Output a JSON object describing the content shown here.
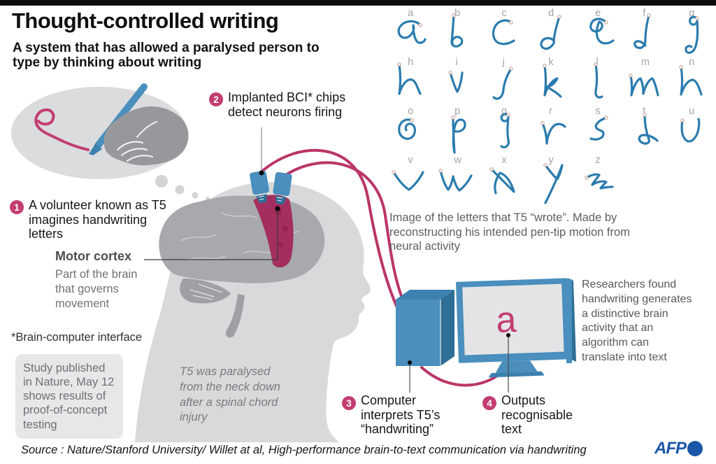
{
  "title": "Thought-controlled writing",
  "subtitle": "A system that has allowed a paralysed person to\ntype by thinking about writing",
  "steps": [
    {
      "num": "1",
      "text": "A volunteer known as T5\nimagines handwriting\nletters"
    },
    {
      "num": "2",
      "text": "Implanted BCI* chips\ndetect neurons firing"
    },
    {
      "num": "3",
      "text": "Computer\ninterprets T5’s\n“handwriting”"
    },
    {
      "num": "4",
      "text": "Outputs\nrecognisable\ntext"
    }
  ],
  "motor_cortex": {
    "label": "Motor cortex",
    "description": "Part of the brain\nthat governs\nmovement"
  },
  "footnote": "*Brain-computer interface",
  "study_note": "Study published\nin Nature, May 12\nshows results of\nproof-of-concept\ntesting",
  "patient_note": "T5 was paralysed\nfrom the neck down\nafter a  spinal chord\ninjury",
  "alphabet": {
    "letters": [
      "a",
      "b",
      "c",
      "d",
      "e",
      "f",
      "g",
      "h",
      "i",
      "j",
      "k",
      "l",
      "m",
      "n",
      "o",
      "p",
      "q",
      "r",
      "s",
      "t",
      "u",
      "v",
      "w",
      "x",
      "y",
      "z"
    ],
    "caption": "Image of the letters that T5 “wrote”.  Made by\nreconstructing his intended pen-tip motion from\nneural activity"
  },
  "researchers_note": "Researchers found\nhandwriting generates\na distinctive brain\nactivity that  an\nalgorithm can\ntranslate into text",
  "monitor_output": "a",
  "source": "Source : Nature/Stanford University/ Willet at al, High-performance brain-to-text communication via handwriting",
  "logo": "AFP",
  "colors": {
    "accent_pink": "#C23D72",
    "motor_band": "#A32458",
    "cable_pink": "#BB3568",
    "object_blue": "#4A8FBD",
    "object_blue_dark": "#2F6E96",
    "letter_blue": "#2B7CAE",
    "afp_blue": "#1B57A8"
  }
}
